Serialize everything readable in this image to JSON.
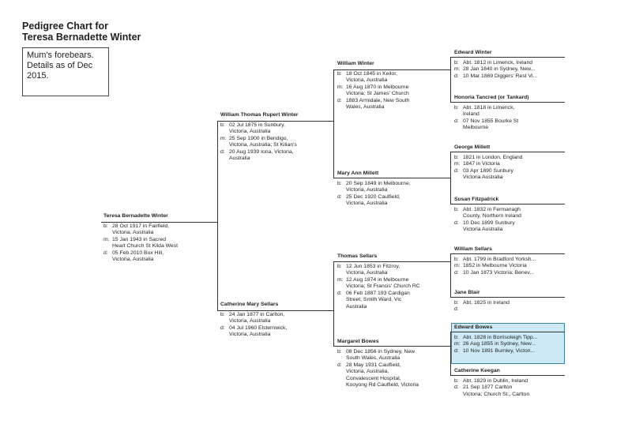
{
  "title": {
    "line1": "Pedigree Chart for",
    "line2": "Teresa Bernadette Winter"
  },
  "note": {
    "line1": "Mum's forebears.",
    "line2": "Details as of Dec",
    "line3": "2015."
  },
  "people": {
    "p1": {
      "name": "Teresa Bernadette Winter",
      "b": [
        "28 Oct 1917 in Fairfield,",
        "Victoria, Australia"
      ],
      "m": [
        "15 Jan 1943 in Sacred",
        "Heart Church St Kilda West"
      ],
      "d": [
        "05 Feb 2010 Box Hill,",
        "Victoria, Australia"
      ]
    },
    "p2": {
      "name": "William Thomas Rupert Winter",
      "b": [
        "02 Jul 1875 in Sunbury,",
        "Victoria, Australia"
      ],
      "m": [
        "25 Sep 1900 in Bendigo,",
        "Victoria, Australia; St Kilian's"
      ],
      "d": [
        "20 Aug 1939 Iona, Victoria,",
        "Australia"
      ]
    },
    "p3": {
      "name": "Catherine Mary Sellars",
      "b": [
        "24 Jan 1877 in Carlton,",
        "Victoria, Australia"
      ],
      "d": [
        "04 Jul 1960 Elsternwick,",
        "Victoria, Australia"
      ]
    },
    "p4": {
      "name": "William Winter",
      "b": [
        "18 Oct 1845 in Keilor,",
        "Victoria, Australia"
      ],
      "m": [
        "16 Aug 1870 in Melbourne",
        "Victoria; St James' Church"
      ],
      "d": [
        "1883 Armidale, New South",
        "Wales, Australia"
      ]
    },
    "p5": {
      "name": "Mary Ann Millett",
      "b": [
        "20 Sep 1849 in Melbourne,",
        "Victoria, Australia"
      ],
      "d": [
        "25 Dec 1920 Caulfield,",
        "Victoria, Australia"
      ]
    },
    "p6": {
      "name": "Thomas Sellars",
      "b": [
        "12 Jun 1853 in Fitzroy,",
        "Victoria, Australia"
      ],
      "m": [
        "12 Aug 1874 in Melbourne",
        "Victoria; St Francis' Church RC"
      ],
      "d": [
        "06 Feb 1887 193 Cardigan",
        "Street, Smith Ward, Vic",
        "Australia"
      ]
    },
    "p7": {
      "name": "Margaret Bowes",
      "b": [
        "08 Dec 1856 in Sydney, New",
        "South Wales, Australia"
      ],
      "d": [
        "28 May 1931 Caulfield,",
        "Victoria, Australia,",
        "Convalescent Hospital,",
        "Kooyong Rd Caulfield, Victoria"
      ]
    },
    "p8": {
      "name": "Edward Winter",
      "b": [
        "Abt. 1812 in Limerick, Ireland"
      ],
      "m": [
        "28 Jan 1840 in Sydney, New..."
      ],
      "d": [
        "10 Mar 1869 Diggers' Rest Vi..."
      ]
    },
    "p9": {
      "name": "Honoria Tancred (or Tankard)",
      "b": [
        "Abt. 1818 in Limerick,",
        "Ireland"
      ],
      "d": [
        "07 Nov 1855 Bourke St",
        "Melbourne"
      ]
    },
    "p10": {
      "name": "George Millett",
      "b": [
        "1821 in London, England"
      ],
      "m": [
        "1847 in Victoria"
      ],
      "d": [
        "03 Apr 1890 Sunbury",
        "Victoria Australia"
      ]
    },
    "p11": {
      "name": "Susan Fitzpatrick",
      "b": [
        "Abt. 1832 in Fermanagh",
        "County, Northern Ireland"
      ],
      "d": [
        "10 Dec 1899 Sunbury",
        "Victoria Australia"
      ]
    },
    "p12": {
      "name": "William Sellars",
      "b": [
        "Abt. 1799 in Bradford Yorksh..."
      ],
      "m": [
        "1852 in Melbourne Victoria"
      ],
      "d": [
        "10 Jan 1873 Victoria; Benev..."
      ]
    },
    "p13": {
      "name": "Jane Blair",
      "b": [
        "Abt. 1825 in Ireland"
      ],
      "d": [
        ""
      ]
    },
    "p14": {
      "name": "Edward Bowes",
      "b": [
        "Abt. 1828 in Borrisoleigh Tipp..."
      ],
      "m": [
        "26 Aug 1855 in Sydney, New..."
      ],
      "d": [
        "10 Nov 1891 Burnley, Victori..."
      ]
    },
    "p15": {
      "name": "Catherine Keegan",
      "b": [
        "Abt. 1829 in Dublin, Ireland"
      ],
      "d": [
        "21 Sep 1877 Carlton",
        "Victoria; Church St., Carlton"
      ]
    }
  },
  "labels": {
    "b": "b:",
    "m": "m:",
    "d": "d:"
  }
}
